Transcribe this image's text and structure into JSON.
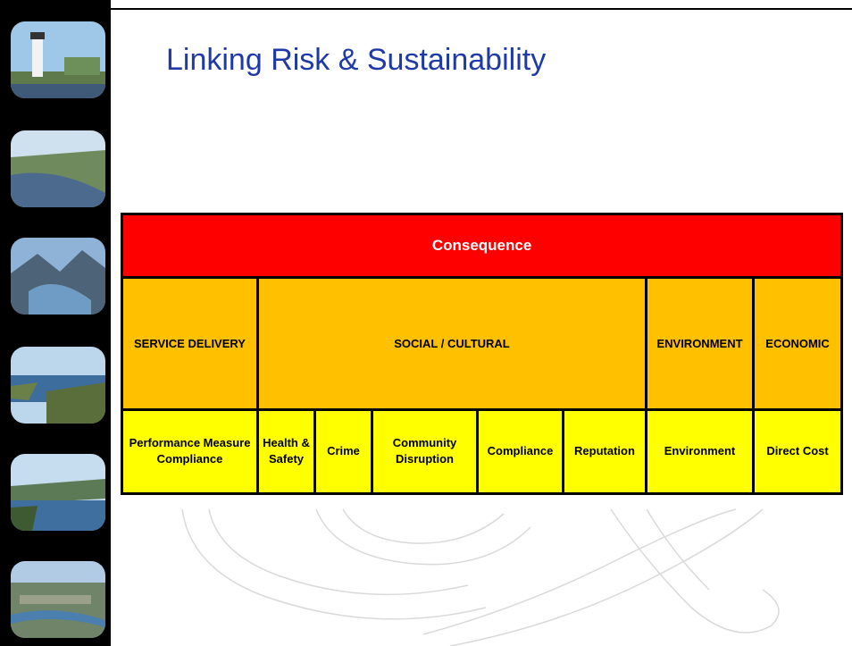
{
  "slide": {
    "title": "Linking Risk & Sustainability"
  },
  "table": {
    "header": "Consequence",
    "categories": [
      "SERVICE DELIVERY",
      "SOCIAL / CULTURAL",
      "ENVIRONMENT",
      "ECONOMIC"
    ],
    "subcategories": [
      "Performance Measure Compliance",
      "Health & Safety",
      "Crime",
      "Community Disruption",
      "Compliance",
      "Reputation",
      "Environment",
      "Direct Cost"
    ]
  },
  "colors": {
    "header": "#ff0000",
    "category": "#ffc000",
    "subcategory": "#ffff00",
    "title": "#1f3aa6"
  }
}
